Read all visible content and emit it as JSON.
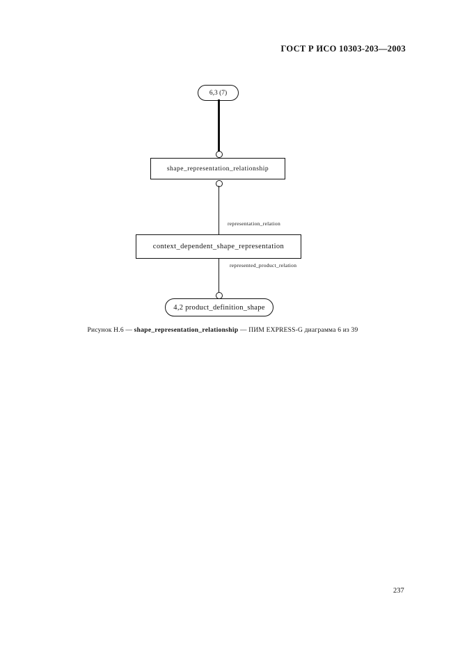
{
  "page": {
    "header": "ГОСТ Р ИСО 10303-203—2003",
    "page_number": "237"
  },
  "colors": {
    "ink": "#111111",
    "paper": "#ffffff"
  },
  "diagram": {
    "type": "express-g",
    "top_reference_oval": "6,3 (7)",
    "entity_box_1": "shape_representation_relationship",
    "edge_label_1": "representation_relation",
    "entity_box_2": "context_dependent_shape_representation",
    "edge_label_2": "represented_product_relation",
    "bottom_reference_oval": "4,2 product_definition_shape"
  },
  "caption": {
    "prefix": "Рисунок Н.6 — ",
    "entity": "shape_representation_relationship",
    "suffix": " — ПИМ EXPRESS-G диаграмма 6 из 39"
  }
}
